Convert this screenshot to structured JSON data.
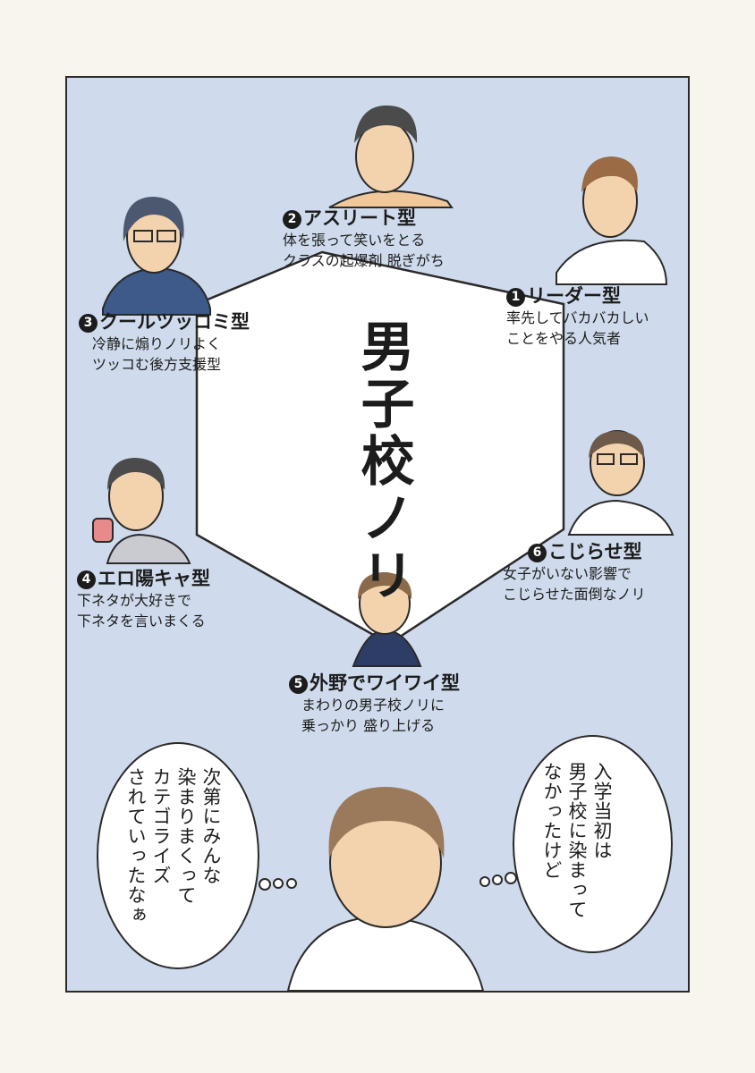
{
  "title": "男子校ノリ",
  "types": [
    {
      "num": "1",
      "name": "リーダー型",
      "desc": [
        "率先してバカバカしい",
        "ことをやる人気者"
      ]
    },
    {
      "num": "2",
      "name": "アスリート型",
      "desc": [
        "体を張って笑いをとる",
        "クラスの起爆剤 脱ぎがち"
      ]
    },
    {
      "num": "3",
      "name": "クールツッコミ型",
      "desc": [
        "冷静に煽りノリよく",
        "ツッコむ後方支援型"
      ]
    },
    {
      "num": "4",
      "name": "エロ陽キャ型",
      "desc": [
        "下ネタが大好きで",
        "下ネタを言いまくる"
      ]
    },
    {
      "num": "5",
      "name": "外野でワイワイ型",
      "desc": [
        "まわりの男子校ノリに",
        "乗っかり 盛り上げる"
      ]
    },
    {
      "num": "6",
      "name": "こじらせ型",
      "desc": [
        "女子がいない影響で",
        "こじらせた面倒なノリ"
      ]
    }
  ],
  "bubbles": {
    "left": "次第にみんな\n染まりまくって\nカテゴライズ\nされていったなぁ",
    "right": "入学当初は\n男子校に染まって\nなかったけど"
  }
}
